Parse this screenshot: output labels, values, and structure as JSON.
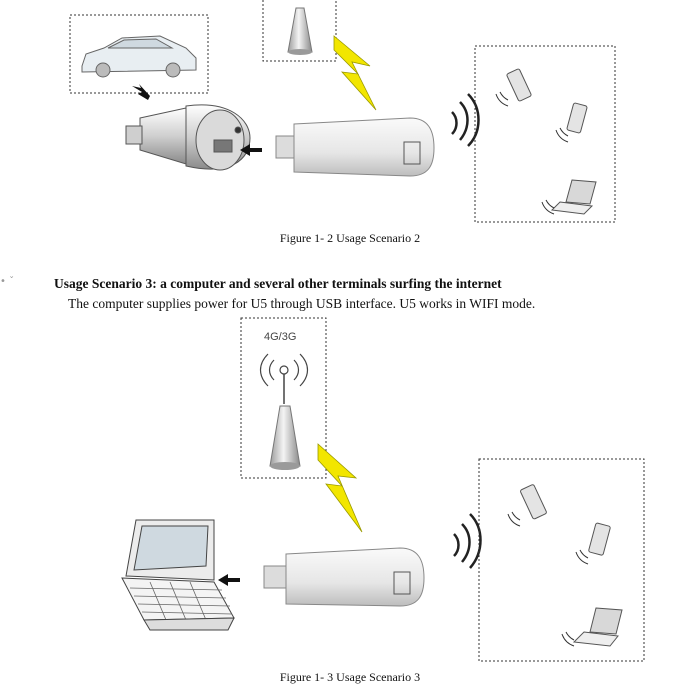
{
  "figure2": {
    "caption": "Figure 1- 2 Usage Scenario 2"
  },
  "scenario3": {
    "heading": "Usage Scenario 3: a computer and several other terminals surfing the internet",
    "description": "The computer supplies power for U5 through USB interface. U5 works in WIFI mode."
  },
  "figure3": {
    "caption": "Figure 1- 3 Usage Scenario 3",
    "tower_label": "4G/3G"
  },
  "margin_marker": "• ˇ",
  "colors": {
    "lightning": "#f2e600",
    "lightning_stroke": "#999900",
    "line": "#444444",
    "frame": "#333333"
  },
  "icons": [
    "car-icon",
    "car-charger-icon",
    "tower-icon",
    "lightning-icon",
    "usb-modem-icon",
    "wifi-waves-icon",
    "phone-icon",
    "laptop-icon",
    "arrow-icon"
  ]
}
